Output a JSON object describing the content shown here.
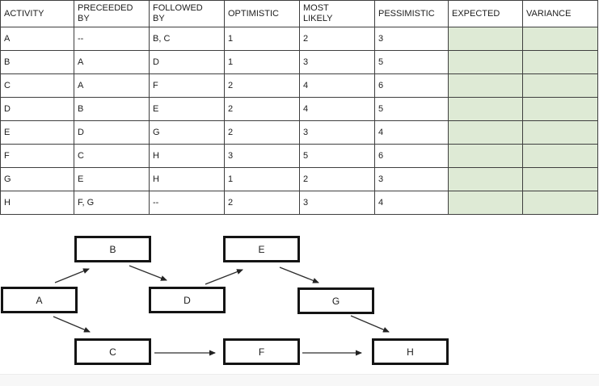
{
  "table": {
    "headers": [
      "ACTIVITY",
      "PRECEEDED BY",
      "FOLLOWED BY",
      "OPTIMISTIC",
      "MOST LIKELY",
      "PESSIMISTIC",
      "EXPECTED",
      "VARIANCE"
    ],
    "rows": [
      {
        "activity": "A",
        "preceded_by": "--",
        "followed_by": "B, C",
        "optimistic": "1",
        "most_likely": "2",
        "pessimistic": "3",
        "expected": "",
        "variance": ""
      },
      {
        "activity": "B",
        "preceded_by": "A",
        "followed_by": "D",
        "optimistic": "1",
        "most_likely": "3",
        "pessimistic": "5",
        "expected": "",
        "variance": ""
      },
      {
        "activity": "C",
        "preceded_by": "A",
        "followed_by": "F",
        "optimistic": "2",
        "most_likely": "4",
        "pessimistic": "6",
        "expected": "",
        "variance": ""
      },
      {
        "activity": "D",
        "preceded_by": "B",
        "followed_by": "E",
        "optimistic": "2",
        "most_likely": "4",
        "pessimistic": "5",
        "expected": "",
        "variance": ""
      },
      {
        "activity": "E",
        "preceded_by": "D",
        "followed_by": "G",
        "optimistic": "2",
        "most_likely": "3",
        "pessimistic": "4",
        "expected": "",
        "variance": ""
      },
      {
        "activity": "F",
        "preceded_by": "C",
        "followed_by": "H",
        "optimistic": "3",
        "most_likely": "5",
        "pessimistic": "6",
        "expected": "",
        "variance": ""
      },
      {
        "activity": "G",
        "preceded_by": "E",
        "followed_by": "H",
        "optimistic": "1",
        "most_likely": "2",
        "pessimistic": "3",
        "expected": "",
        "variance": ""
      },
      {
        "activity": "H",
        "preceded_by": "F, G",
        "followed_by": "--",
        "optimistic": "2",
        "most_likely": "3",
        "pessimistic": "4",
        "expected": "",
        "variance": ""
      }
    ]
  },
  "diagram": {
    "nodes": [
      {
        "id": "A",
        "label": "A"
      },
      {
        "id": "B",
        "label": "B"
      },
      {
        "id": "C",
        "label": "C"
      },
      {
        "id": "D",
        "label": "D"
      },
      {
        "id": "E",
        "label": "E"
      },
      {
        "id": "F",
        "label": "F"
      },
      {
        "id": "G",
        "label": "G"
      },
      {
        "id": "H",
        "label": "H"
      }
    ],
    "edges": [
      {
        "from": "A",
        "to": "B"
      },
      {
        "from": "A",
        "to": "C"
      },
      {
        "from": "B",
        "to": "D"
      },
      {
        "from": "D",
        "to": "E"
      },
      {
        "from": "C",
        "to": "F"
      },
      {
        "from": "E",
        "to": "G"
      },
      {
        "from": "F",
        "to": "H"
      },
      {
        "from": "G",
        "to": "H"
      }
    ]
  },
  "colors": {
    "cell_highlight": "#deead5",
    "grid_line": "#3f3f3f",
    "node_border": "#141414",
    "bottom_strip": "#f7f7f7"
  }
}
